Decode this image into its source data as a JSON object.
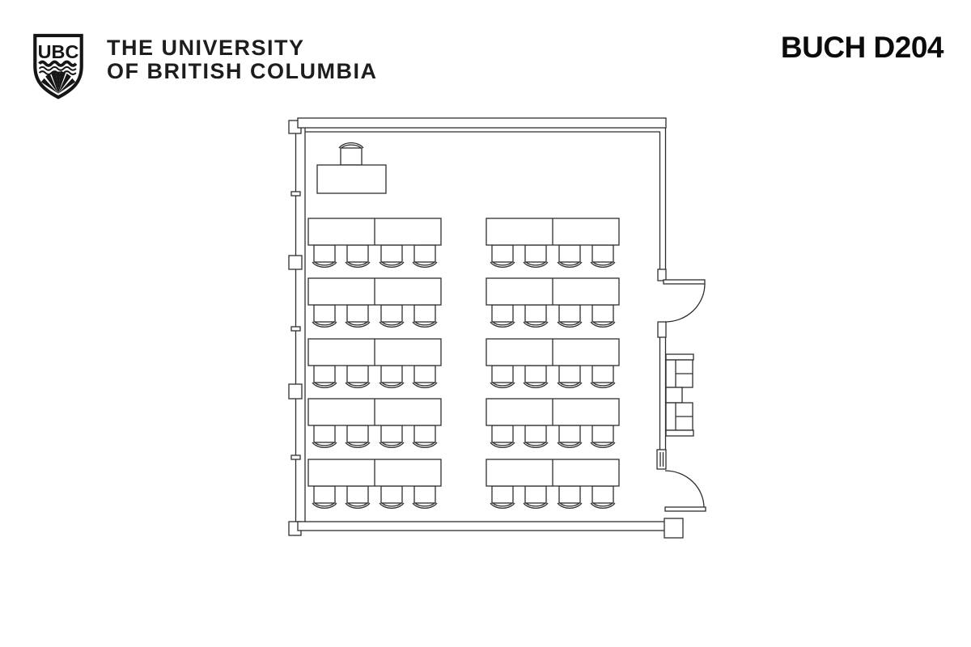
{
  "header": {
    "logo_monogram": "UBC",
    "wordmark_line1": "THE UNIVERSITY",
    "wordmark_line2": "OF BRITISH COLUMBIA",
    "room_title": "BUCH D204"
  },
  "floorplan": {
    "room_name": "BUCH D204",
    "background_color": "#ffffff",
    "line_color": "#2e2e2e",
    "seating": {
      "column_x": [
        381,
        601
      ],
      "row_y": [
        270,
        344,
        419,
        493,
        568
      ],
      "columns": 2,
      "rows_per_column": 5,
      "tables_per_block": 2,
      "chairs_per_block": 4,
      "total_student_chairs": 40
    },
    "instructor_station": {
      "items": [
        "desk",
        "chair"
      ],
      "position": "front-left, facing class"
    },
    "features": {
      "doors": 2,
      "door_wall": "right",
      "window_wall": "left",
      "wall_cabinet_units": 2
    }
  }
}
